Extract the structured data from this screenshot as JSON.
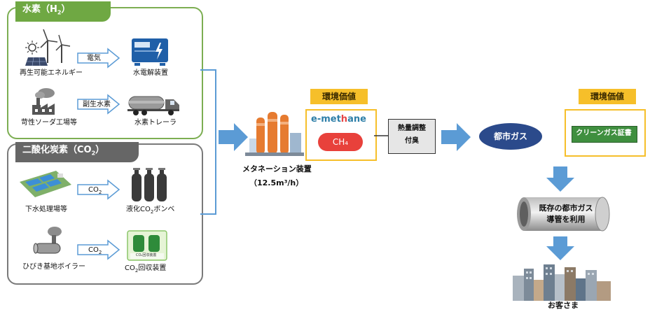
{
  "hydrogen": {
    "title": "水素（H",
    "title_sub": "2",
    "title_close": "）",
    "renewable_label": "再生可能エネルギー",
    "arrow1_label": "電気",
    "electrolyzer_label": "水電解装置",
    "soda_plant_label": "苛性ソーダ工場等",
    "arrow2_label": "副生水素",
    "trailer_label": "水素トレーラ"
  },
  "co2": {
    "title": "二酸化炭素（CO",
    "title_sub": "2",
    "title_close": "）",
    "sewage_label": "下水処理場等",
    "arrow1_label": "CO",
    "arrow1_sub": "2",
    "cylinder_label_pre": "液化CO",
    "cylinder_label_sub": "2",
    "cylinder_label_post": "ボンベ",
    "boiler_label": "ひびき基地ボイラー",
    "arrow2_label": "CO",
    "arrow2_sub": "2",
    "capture_label_pre": "CO",
    "capture_label_sub": "2",
    "capture_label_post": "回収装置",
    "capture_device_text": "CO₂回収装置"
  },
  "methanation": {
    "label": "メタネーション装置",
    "capacity": "（12.5m³/h）"
  },
  "emethane": {
    "env_tag": "環境価値",
    "logo_pre": "e-met",
    "logo_h": "h",
    "logo_post": "ane",
    "ch4": "CH₄"
  },
  "adjust": {
    "line1": "熱量調整",
    "line2": "付臭"
  },
  "city_gas": {
    "label": "都市ガス",
    "env_tag": "環境価値",
    "certificate": "クリーンガス証書"
  },
  "pipeline": {
    "line1": "既存の都市ガス",
    "line2": "導管を利用"
  },
  "customer": {
    "label": "お客さま"
  },
  "colors": {
    "hydrogen_border": "#7cae52",
    "hydrogen_header": "#6fa843",
    "co2_border": "#7a7a7a",
    "co2_header": "#666666",
    "arrow_blue": "#5b9bd5",
    "connector": "#5b9bd5",
    "tag_yellow": "#f6bf2a",
    "city_gas_oval": "#2b4a8b",
    "certificate_green": "#3f8f3f"
  }
}
